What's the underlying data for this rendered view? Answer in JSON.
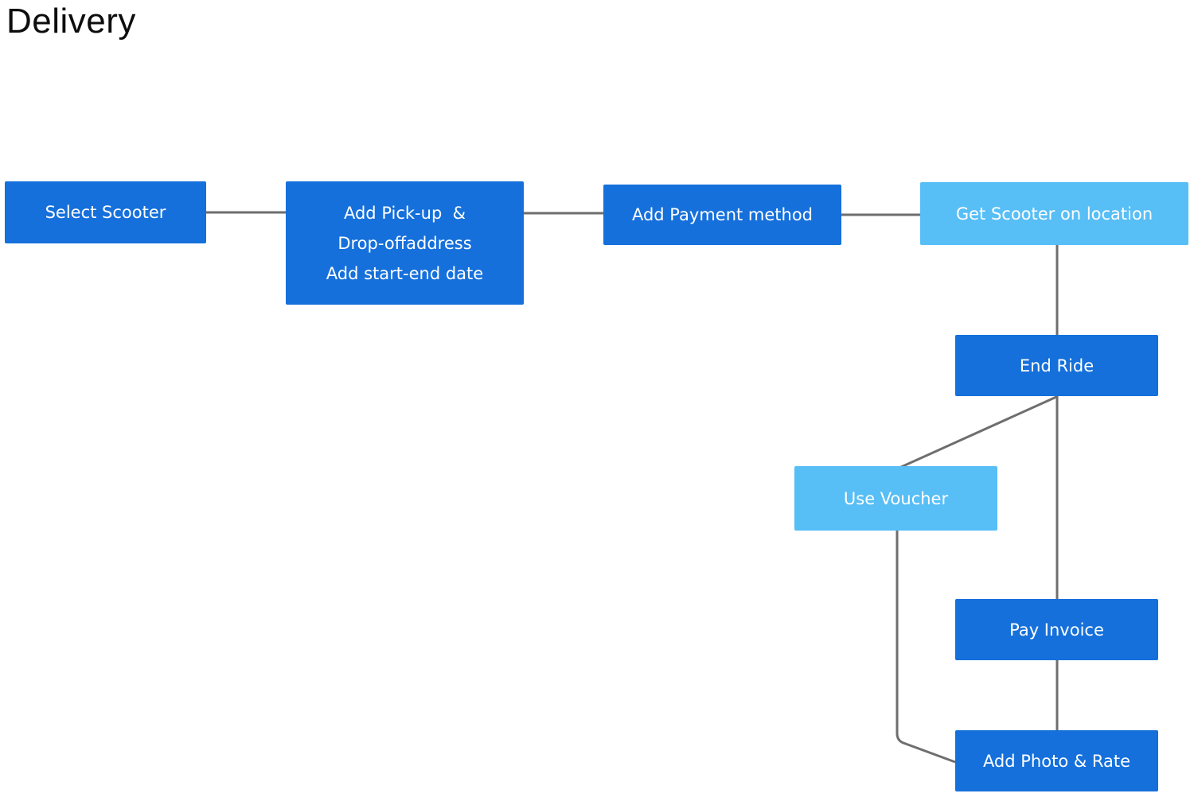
{
  "page": {
    "title": "Delivery"
  },
  "colors": {
    "primary_box": "#1570db",
    "light_box": "#57bef6",
    "connector": "#6e6e6e",
    "box_text": "#ffffff",
    "title_text": "#0d0d0d"
  },
  "nodes": [
    {
      "id": "select-scooter",
      "variant": "primary",
      "lines": [
        "Select Scooter"
      ]
    },
    {
      "id": "add-pickup-dropoff",
      "variant": "primary",
      "lines": [
        "Add Pick-up  &",
        "Drop-offaddress",
        "Add start-end date"
      ]
    },
    {
      "id": "add-payment-method",
      "variant": "primary",
      "lines": [
        "Add Payment method"
      ]
    },
    {
      "id": "get-scooter-on-location",
      "variant": "light",
      "lines": [
        "Get Scooter on location"
      ]
    },
    {
      "id": "end-ride",
      "variant": "primary",
      "lines": [
        "End Ride"
      ]
    },
    {
      "id": "use-voucher",
      "variant": "light",
      "lines": [
        "Use Voucher"
      ]
    },
    {
      "id": "pay-invoice",
      "variant": "primary",
      "lines": [
        "Pay Invoice"
      ]
    },
    {
      "id": "add-photo-rate",
      "variant": "primary",
      "lines": [
        "Add Photo & Rate"
      ]
    }
  ],
  "edges": [
    {
      "from": "select-scooter",
      "to": "add-pickup-dropoff"
    },
    {
      "from": "add-pickup-dropoff",
      "to": "add-payment-method"
    },
    {
      "from": "add-payment-method",
      "to": "get-scooter-on-location"
    },
    {
      "from": "get-scooter-on-location",
      "to": "end-ride"
    },
    {
      "from": "end-ride",
      "to": "use-voucher"
    },
    {
      "from": "end-ride",
      "to": "pay-invoice"
    },
    {
      "from": "pay-invoice",
      "to": "add-photo-rate"
    },
    {
      "from": "use-voucher",
      "to": "add-photo-rate"
    }
  ]
}
